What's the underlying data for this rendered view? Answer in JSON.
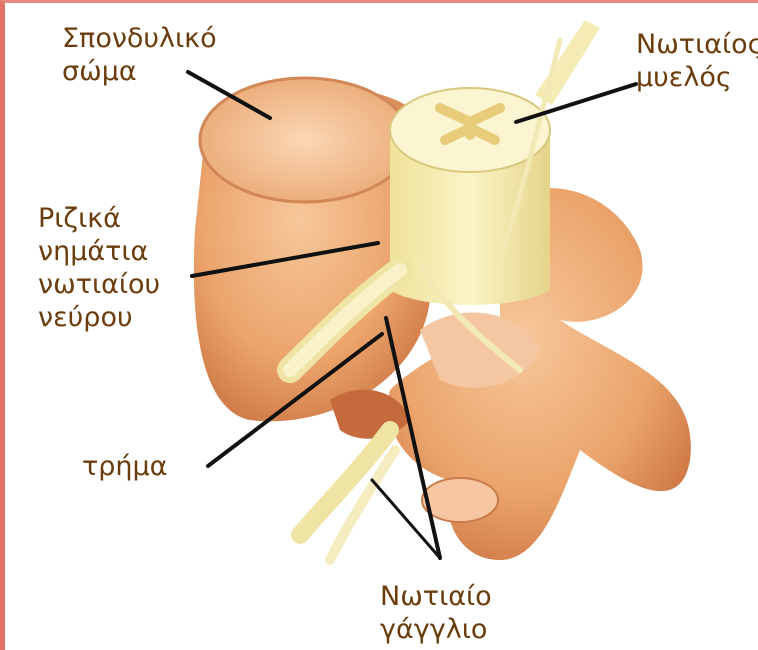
{
  "labels": {
    "vertebral_body": {
      "line1": "Σπονδυλικό",
      "line2": "σώμα"
    },
    "spinal_cord": {
      "line1": "Νωτιαίος",
      "line2": "μυελός"
    },
    "nerve_rootlets": {
      "line1": "Ριζικά",
      "line2": "νημάτια",
      "line3": "νωτιαίου",
      "line4": "νεύρου"
    },
    "foramen": {
      "line1": "τρήμα"
    },
    "spinal_ganglion": {
      "line1": "Νωτιαίο",
      "line2": "γάγγλιο"
    }
  },
  "colors": {
    "label_text": "#6b3d0d",
    "bone": "#e8a06a",
    "bone_light": "#f6c9a0",
    "nerve": "#f7eeb0",
    "frame": "#e07468"
  }
}
